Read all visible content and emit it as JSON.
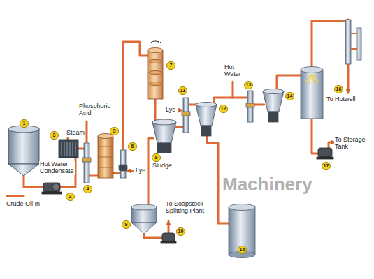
{
  "diagram": {
    "labels": [
      "1",
      "2",
      "3",
      "Steam",
      "Phosphoric Acid",
      "Hot Water Condensate",
      "4",
      "5",
      "6",
      "Lye",
      "7",
      "8",
      "Sludge",
      "9",
      "To Soapstock Splitting Plant",
      "10",
      "11",
      "Lye",
      "Hot Water",
      "12",
      "13",
      "14",
      "15",
      "16",
      "To Hotwell",
      "To Storage Tank",
      "17",
      "Crude Oil In",
      "Machinery"
    ]
  }
}
